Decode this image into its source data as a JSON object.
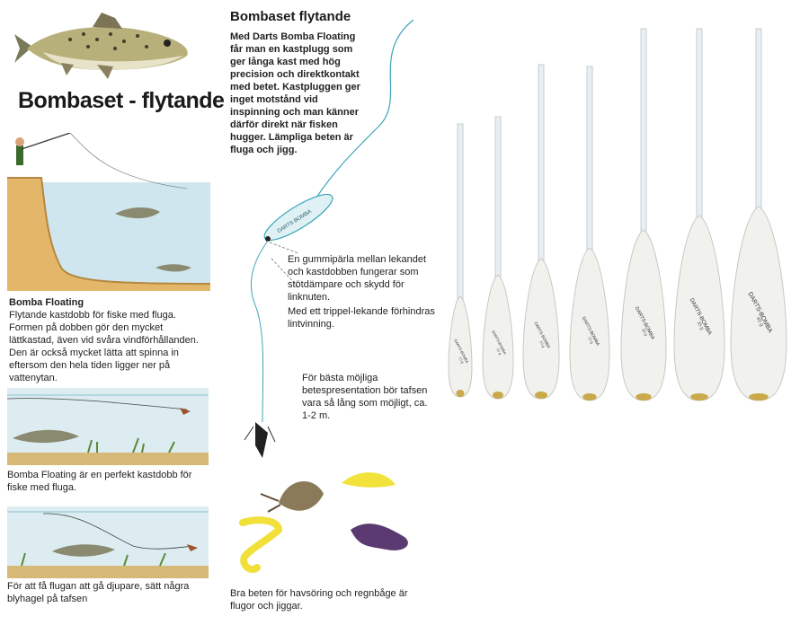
{
  "left_panel": {
    "title": "Bombaset - flytande",
    "bomba_heading": "Bomba Floating",
    "bomba_text": "Flytande kastdobb för fiske med fluga. Formen på dobben gör den mycket lättkastad, även vid svåra vindförhållanden. Den är också mycket lätta att spinna in eftersom den hela tiden ligger ner på vattenytan.",
    "caption_1": "Bomba Floating är en perfekt kastdobb för fiske med fluga.",
    "caption_2": "För att få flugan att gå djupare, sätt några blyhagel på tafsen"
  },
  "middle_panel": {
    "heading": "Bombaset flytande",
    "intro": "Med Darts Bomba Floating får man en kastplugg som ger långa kast med hög precision och direktkontakt med betet. Kastpluggen ger inget motstånd vid inspinning och man känner därför direkt när fisken hugger. Lämpliga beten är fluga och jigg.",
    "pearl_note": "En gummipärla mellan lekandet och kastdobben fungerar som stötdämpare och skydd för linknuten.",
    "swivel_note": "Med ett trippel-lekande förhindras lintvinning.",
    "leader_note": "För bästa möjliga betespresentation bör tafsen vara så lång som möjligt, ca. 1-2 m.",
    "lures_caption": "Bra beten för havsöring och regnbåge är flugor och jiggar.",
    "float_label": "DARTS BOMBA"
  },
  "right_panel": {
    "float_label": "DARTS-BOMBA",
    "floats": [
      {
        "size": "10 g"
      },
      {
        "size": "15 g"
      },
      {
        "size": "20 g"
      },
      {
        "size": "25 g"
      },
      {
        "size": "30 g"
      },
      {
        "size": "35 g"
      },
      {
        "size": "40 g"
      }
    ]
  },
  "colors": {
    "water": "#cfe6ee",
    "sand": "#e3b66a",
    "line": "#3aa5b8",
    "float_body": "#f1f1ee",
    "float_stem": "#e9eff2"
  }
}
